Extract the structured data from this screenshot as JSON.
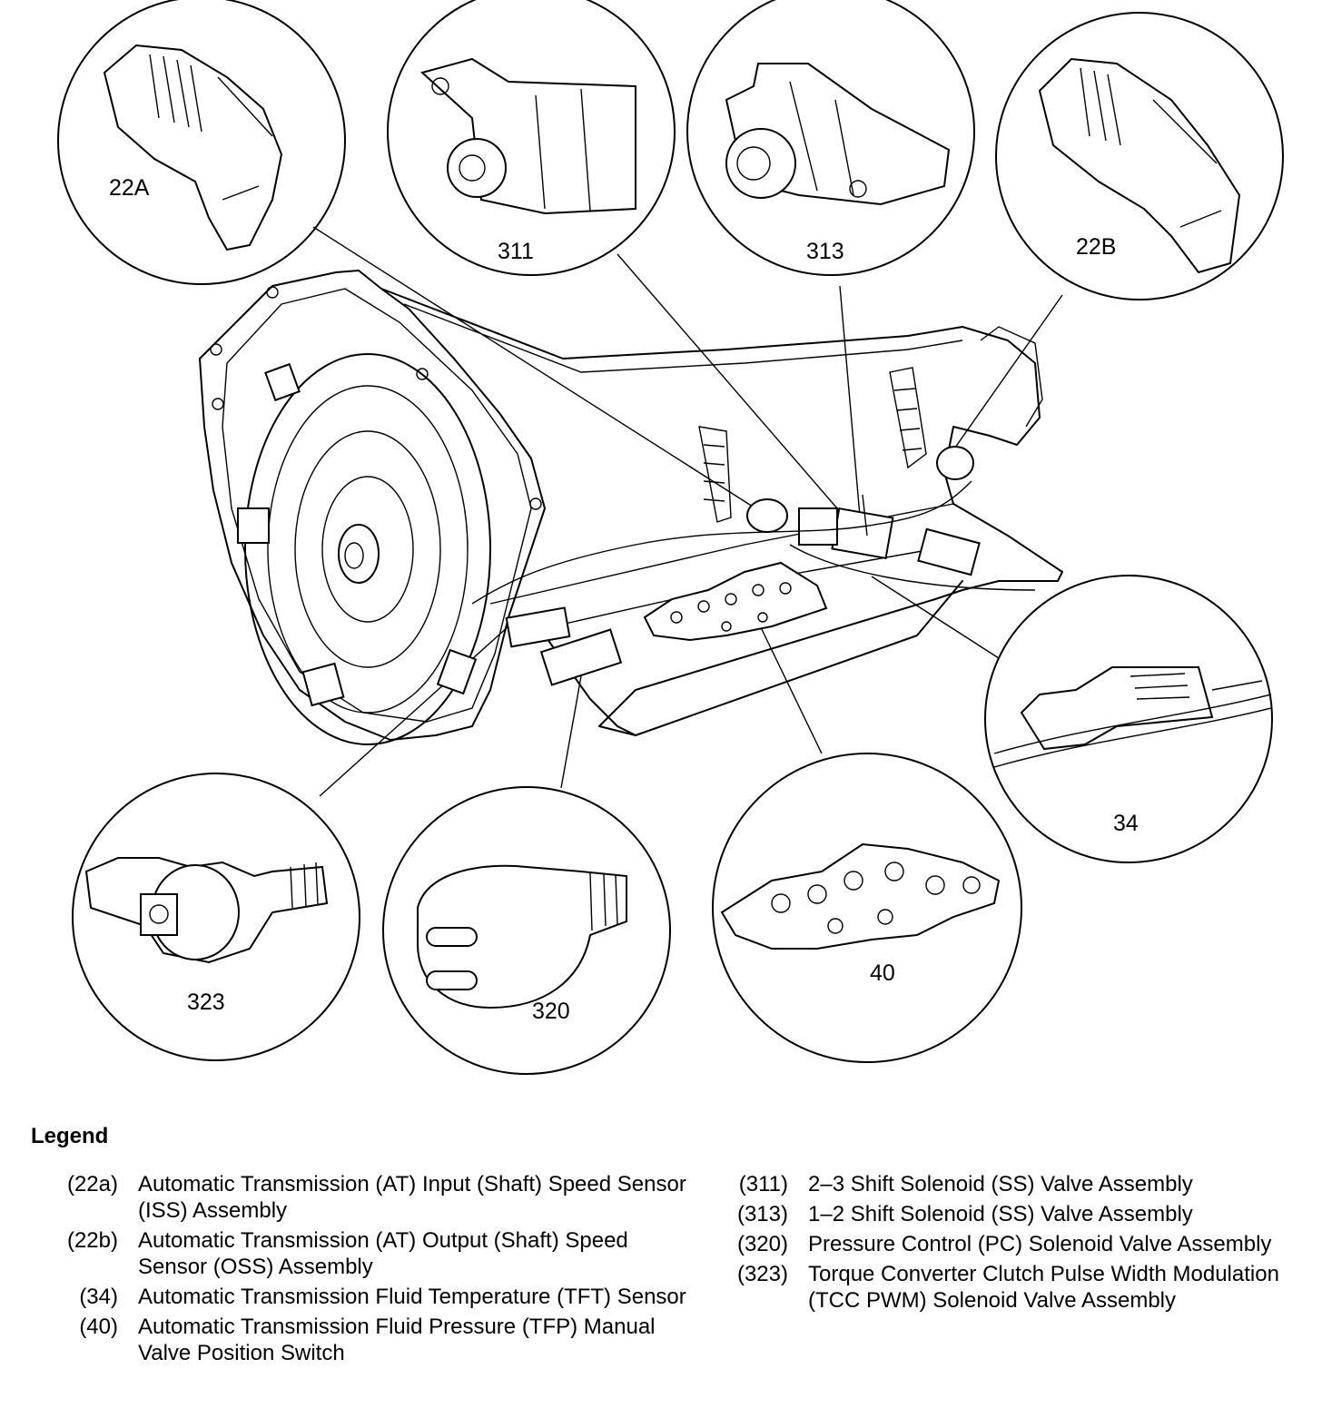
{
  "callouts": {
    "c22a": "22A",
    "c311": "311",
    "c313": "313",
    "c22b": "22B",
    "c34": "34",
    "c323": "323",
    "c320": "320",
    "c40": "40"
  },
  "legend": {
    "title": "Legend",
    "left": [
      {
        "code": "(22a)",
        "text": "Automatic Transmission (AT) Input (Shaft) Speed Sensor (ISS) Assembly"
      },
      {
        "code": "(22b)",
        "text": "Automatic Transmission (AT) Output (Shaft) Speed Sensor (OSS) Assembly"
      },
      {
        "code": "(34)",
        "text": "Automatic Transmission Fluid Temperature (TFT) Sensor"
      },
      {
        "code": "(40)",
        "text": "Automatic Transmission Fluid Pressure (TFP) Manual Valve Position Switch"
      }
    ],
    "right": [
      {
        "code": "(311)",
        "text": "2–3 Shift Solenoid (SS) Valve Assembly"
      },
      {
        "code": "(313)",
        "text": "1–2 Shift Solenoid (SS) Valve Assembly"
      },
      {
        "code": "(320)",
        "text": "Pressure Control (PC) Solenoid Valve Assembly"
      },
      {
        "code": "(323)",
        "text": "Torque Converter Clutch Pulse Width Modulation (TCC PWM) Solenoid Valve Assembly"
      }
    ]
  }
}
